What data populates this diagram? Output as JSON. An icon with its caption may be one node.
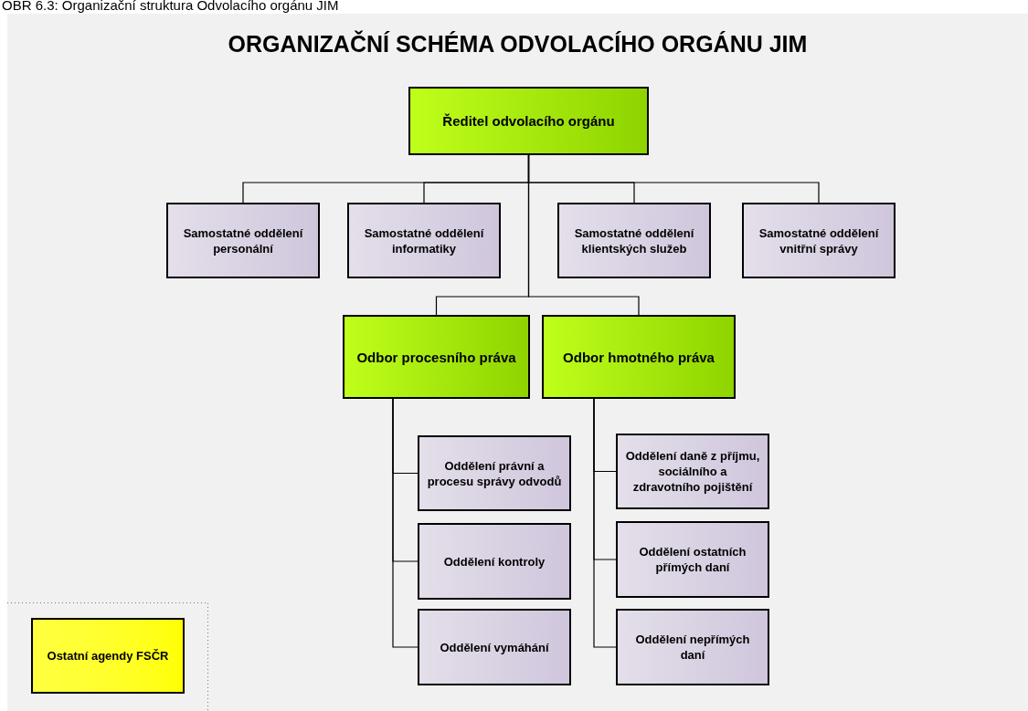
{
  "diagram": {
    "title": "ORGANIZAČNÍ SCHÉMA ODVOLACÍHO ORGÁNU JIM",
    "caption": "OBR 6.3: Organizační struktura Odvolacího orgánu JIM",
    "nodes": [
      {
        "text": [
          "Ředitel odvolacího orgánu"
        ]
      },
      {
        "text": [
          "Samostatné oddělení personální"
        ]
      },
      {
        "text": [
          "Samostatné oddělení informatiky"
        ]
      },
      {
        "text": [
          "Samostatné oddělení klientských služeb"
        ]
      },
      {
        "text": [
          "Samostatné oddělení vnitřní správy"
        ]
      },
      {
        "text": [
          "Odbor procesního práva"
        ]
      },
      {
        "text": [
          "Odbor hmotného práva"
        ]
      },
      {
        "text": [
          "Oddělení právní a procesu správy odvodů"
        ]
      },
      {
        "text": [
          "Oddělení kontroly"
        ]
      },
      {
        "text": [
          "Oddělení vymáhání"
        ]
      },
      {
        "text": [
          "Oddělení daně z příjmu, sociálního a zdravotního pojištění"
        ]
      },
      {
        "text": [
          "Oddělení ostatních přímých daní"
        ]
      },
      {
        "text": [
          "Oddělení nepřímých daní"
        ]
      },
      {
        "text": [
          "Ostatní agendy FSČR"
        ]
      }
    ],
    "edges": [
      {
        "from": 0,
        "to": 1,
        "arrow": "none"
      },
      {
        "from": 0,
        "to": 2,
        "arrow": "none"
      },
      {
        "from": 0,
        "to": 3,
        "arrow": "none"
      },
      {
        "from": 0,
        "to": 4,
        "arrow": "none"
      },
      {
        "from": 0,
        "to": 5,
        "arrow": "none"
      },
      {
        "from": 0,
        "to": 6,
        "arrow": "none"
      },
      {
        "from": 5,
        "to": 7,
        "arrow": "none"
      },
      {
        "from": 5,
        "to": 8,
        "arrow": "none"
      },
      {
        "from": 5,
        "to": 9,
        "arrow": "none"
      },
      {
        "from": 6,
        "to": 10,
        "arrow": "none"
      },
      {
        "from": 6,
        "to": 11,
        "arrow": "none"
      },
      {
        "from": 6,
        "to": 12,
        "arrow": "none"
      }
    ]
  }
}
